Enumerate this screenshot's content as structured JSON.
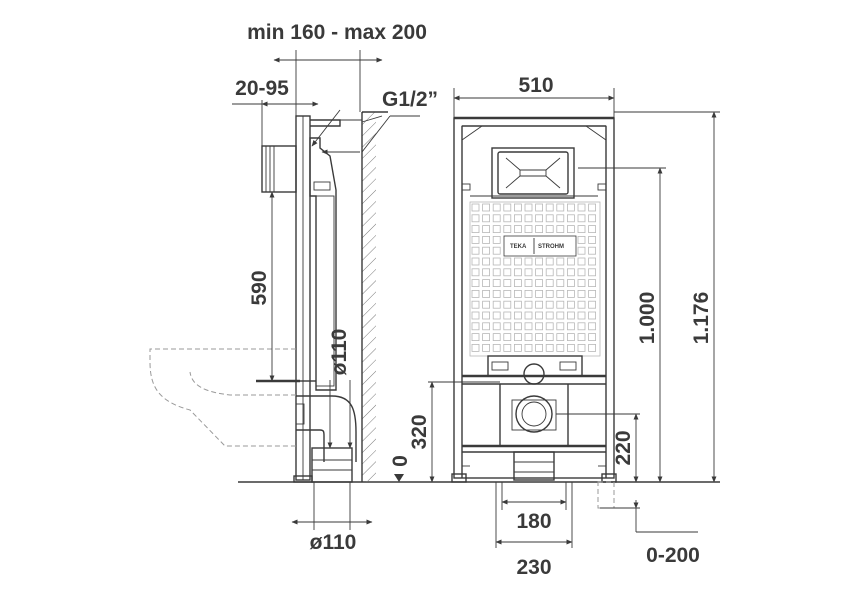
{
  "labels": {
    "wall_depth": "min 160 - max 200",
    "distance": "20-95",
    "thread": "G1/2”",
    "width": "510",
    "height_590": "590",
    "diam_110_vertical": "ø110",
    "height_320": "320",
    "zero": "0",
    "height_220": "220",
    "height_1000": "1.000",
    "height_1176": "1.176",
    "width_180": "180",
    "width_230": "230",
    "range_0_200": "0-200",
    "diam_110_bottom": "ø110"
  },
  "logo": {
    "brand_left": "TEKA",
    "brand_right": "STROHM"
  },
  "colors": {
    "line": "#3a3a3a",
    "hidden": "#9a9a9a",
    "grid": "#b8b8b8"
  }
}
